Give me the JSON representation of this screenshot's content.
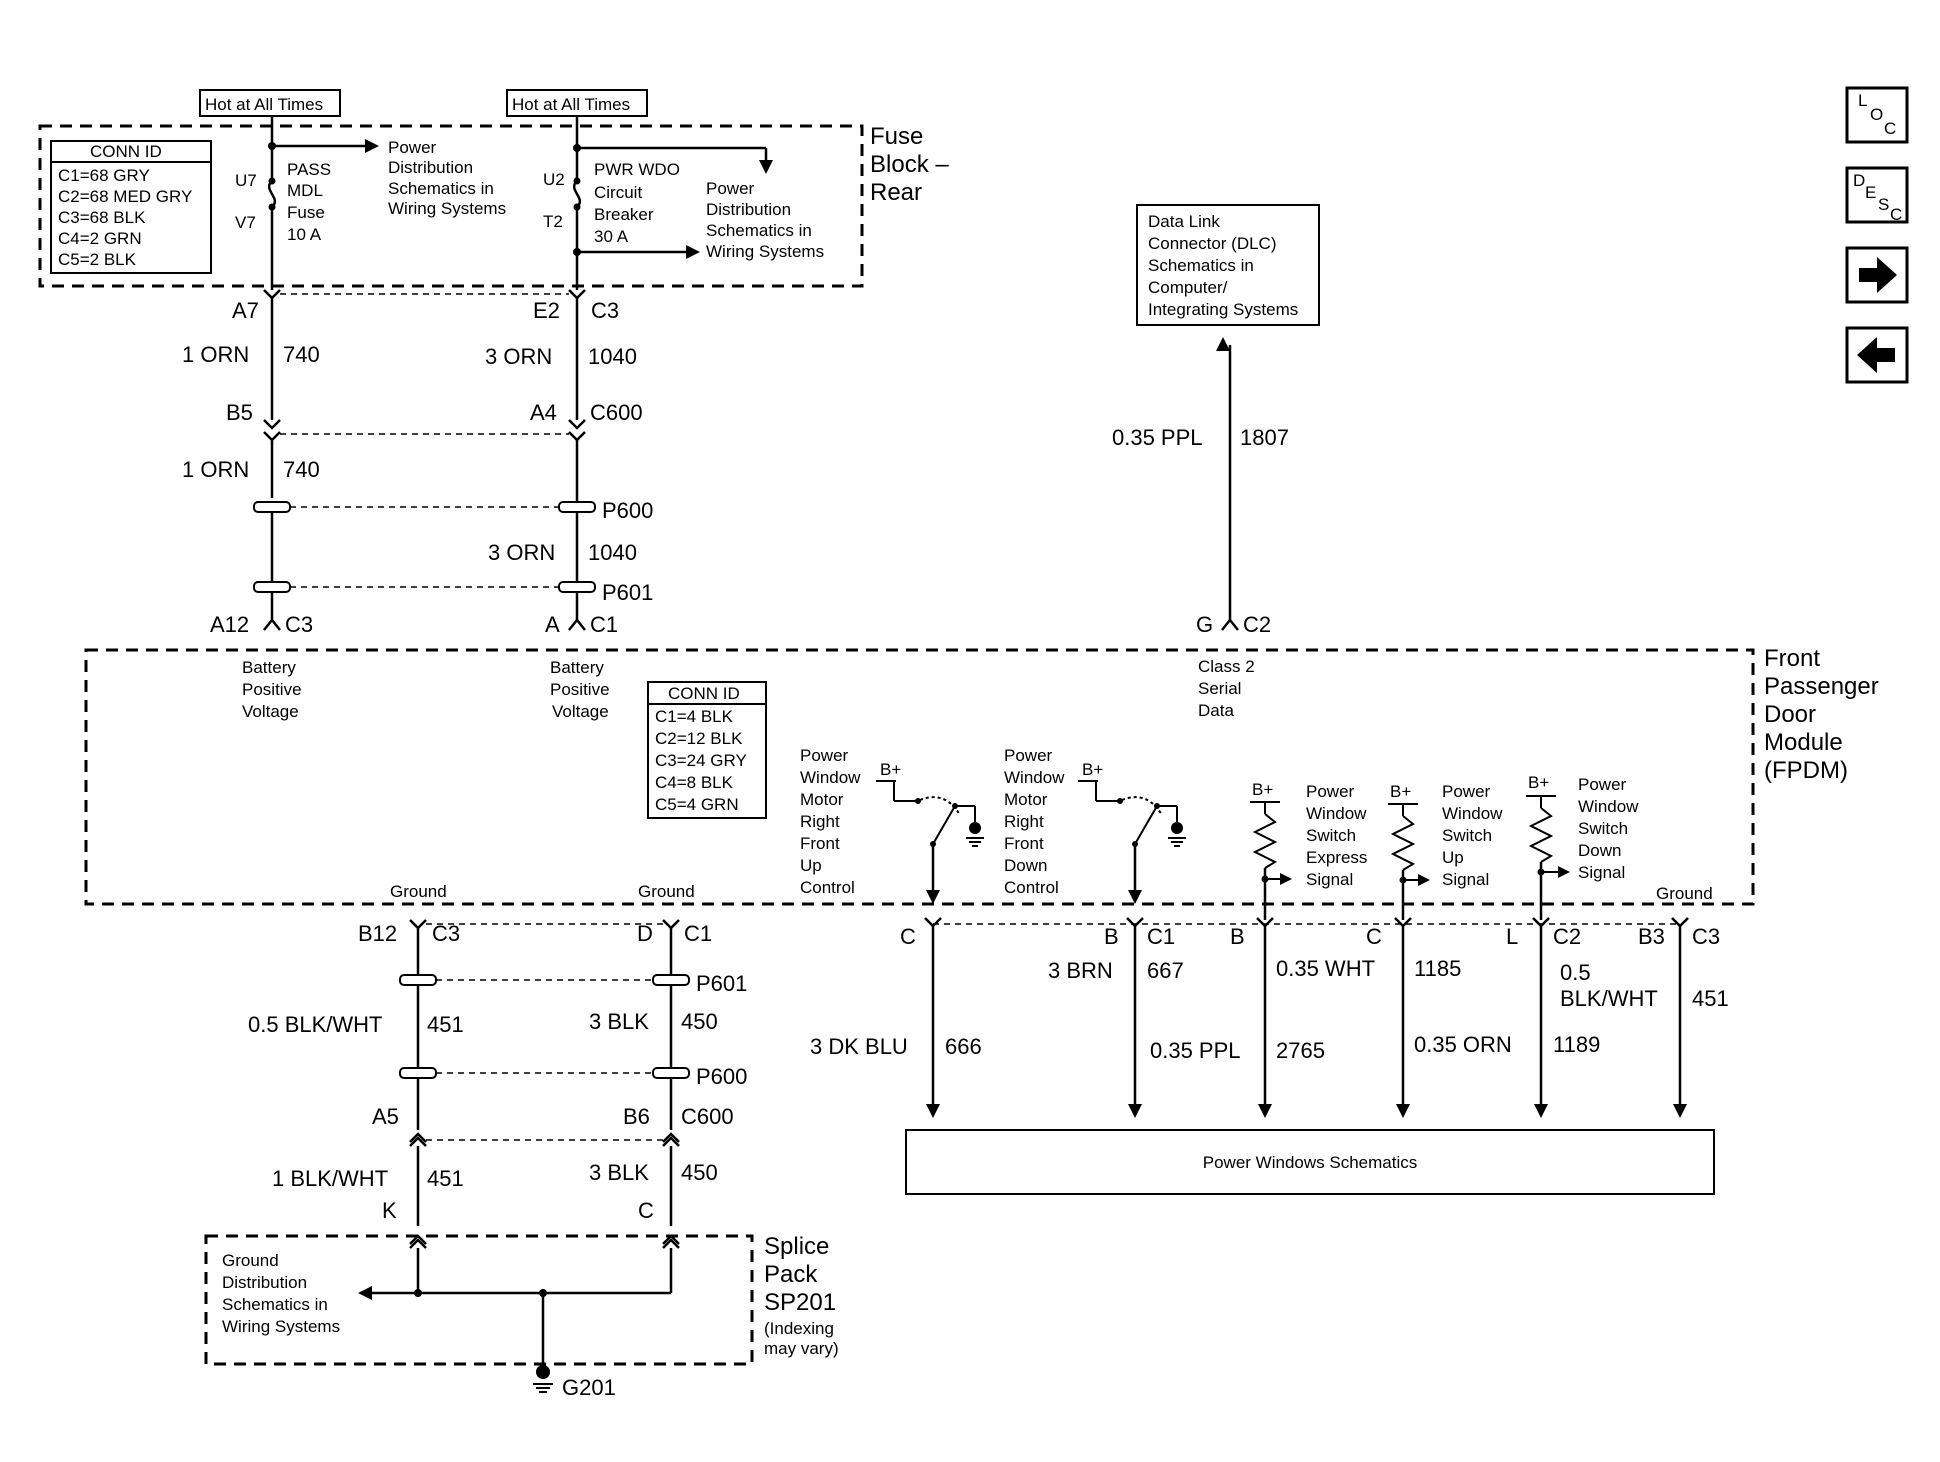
{
  "nav": {
    "loc": {
      "a": "L",
      "b": "O",
      "c": "C"
    },
    "desc": {
      "a": "D",
      "b": "E",
      "c": "S",
      "d": "C"
    },
    "next_glyph": "➡",
    "prev_glyph": "⬅"
  },
  "fuse_block": {
    "hot_left": "Hot at All Times",
    "hot_right": "Hot at All Times",
    "title": [
      "Fuse",
      "Block –",
      "Rear"
    ],
    "conn_id_title": "CONN ID",
    "conn_id": [
      "C1=68 GRY",
      "C2=68 MED GRY",
      "C3=68 BLK",
      "C4=2 GRN",
      "C5=2 BLK"
    ],
    "fuse1_pins": [
      "U7",
      "V7"
    ],
    "fuse1_label": [
      "PASS",
      "MDL",
      "Fuse",
      "10 A"
    ],
    "fuse1_ref": [
      "Power",
      "Distribution",
      "Schematics in",
      "Wiring Systems"
    ],
    "fuse2_pins": [
      "U2",
      "T2"
    ],
    "fuse2_label": [
      "PWR WDO",
      "Circuit",
      "Breaker",
      "30 A"
    ],
    "fuse2_ref": [
      "Power",
      "Distribution",
      "Schematics in",
      "Wiring Systems"
    ]
  },
  "upper_left": {
    "c1_pin": "A7",
    "w1_color": "1 ORN",
    "w1_circuit": "740",
    "c2_pin": "B5",
    "w2_color": "1 ORN",
    "w2_circuit": "740",
    "c3_pin": "A12",
    "c3_conn": "C3"
  },
  "upper_mid": {
    "c1_pin": "E2",
    "c1_conn": "C3",
    "w1_color": "3 ORN",
    "w1_circuit": "1040",
    "c2_pin": "A4",
    "c2_conn": "C600",
    "p600": "P600",
    "w2_color": "3 ORN",
    "w2_circuit": "1040",
    "p601": "P601",
    "c3_pin": "A",
    "c3_conn": "C1"
  },
  "dlc": {
    "box": [
      "Data Link",
      "Connector (DLC)",
      "Schematics in",
      "Computer/",
      "Integrating Systems"
    ],
    "w_color": "0.35 PPL",
    "w_circuit": "1807",
    "pin": "G",
    "conn": "C2"
  },
  "fpdm": {
    "title": [
      "Front",
      "Passenger",
      "Door",
      "Module",
      "(FPDM)"
    ],
    "bat1": [
      "Battery",
      "Positive",
      "Voltage"
    ],
    "bat2": [
      "Battery",
      "Positive",
      "Voltage"
    ],
    "class2": [
      "Class 2",
      "Serial",
      "Data"
    ],
    "conn_id_title": "CONN ID",
    "conn_id": [
      "C1=4 BLK",
      "C2=12 BLK",
      "C3=24 GRY",
      "C4=8 BLK",
      "C5=4 GRN"
    ],
    "bplus": "B+",
    "sw1": [
      "Power",
      "Window",
      "Motor",
      "Right",
      "Front",
      "Up",
      "Control"
    ],
    "sw2": [
      "Power",
      "Window",
      "Motor",
      "Right",
      "Front",
      "Down",
      "Control"
    ],
    "sig1": [
      "Power",
      "Window",
      "Switch",
      "Express",
      "Signal"
    ],
    "sig2": [
      "Power",
      "Window",
      "Switch",
      "Up",
      "Signal"
    ],
    "sig3": [
      "Power",
      "Window",
      "Switch",
      "Down",
      "Signal"
    ],
    "ground": "Ground"
  },
  "lower_left": {
    "pin": "B12",
    "conn": "C3",
    "p601": "",
    "w1_color": "0.5 BLK/WHT",
    "w1_circuit": "451",
    "c600_pin": "A5",
    "w2_color": "1 BLK/WHT",
    "w2_circuit": "451",
    "sp_pin": "K"
  },
  "lower_mid": {
    "pin": "D",
    "conn": "C1",
    "p601": "P601",
    "w1_color": "3 BLK",
    "w1_circuit": "450",
    "p600": "P600",
    "c600_pin": "B6",
    "c600_conn": "C600",
    "w2_color": "3 BLK",
    "w2_circuit": "450",
    "sp_pin": "C"
  },
  "right_wires": {
    "w1_pin": "C",
    "w1_color": "3 DK BLU",
    "w1_circuit": "666",
    "w2_pin": "B",
    "w2_conn": "C1",
    "w2_color": "3 BRN",
    "w2_circuit": "667",
    "w3_pin": "B",
    "w3_color": "0.35 PPL",
    "w3_circuit": "2765",
    "w4_pin": "C",
    "w4_color": "0.35 WHT",
    "w4_circuit": "1185",
    "w5_pin": "L",
    "w5_conn": "C2",
    "w5_color": "0.35 ORN",
    "w5_circuit": "1189",
    "w6_pin": "B3",
    "w6_conn": "C3",
    "w6_color": [
      "0.5",
      "BLK/WHT"
    ],
    "w6_circuit": "451",
    "pws_box": "Power Windows Schematics"
  },
  "splice": {
    "title": [
      "Splice",
      "Pack",
      "SP201"
    ],
    "note": [
      "(Indexing",
      "may vary)"
    ],
    "gd_ref": [
      "Ground",
      "Distribution",
      "Schematics in",
      "Wiring Systems"
    ],
    "ground_id": "G201"
  }
}
